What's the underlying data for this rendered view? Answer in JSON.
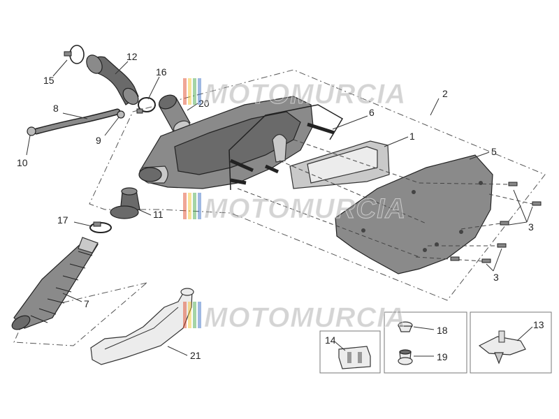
{
  "callouts": {
    "c1": "1",
    "c2": "2",
    "c3a": "3",
    "c3b": "3",
    "c5": "5",
    "c6": "6",
    "c7": "7",
    "c8": "8",
    "c9": "9",
    "c10": "10",
    "c11": "11",
    "c12": "12",
    "c13": "13",
    "c14": "14",
    "c15": "15",
    "c16": "16",
    "c17": "17",
    "c18": "18",
    "c19": "19",
    "c20": "20",
    "c21": "21"
  },
  "watermark": {
    "text": "MOTOMURCIA",
    "stripe_colors": [
      "#e04a2a",
      "#f2c230",
      "#49a84a",
      "#3a6fc4"
    ]
  }
}
